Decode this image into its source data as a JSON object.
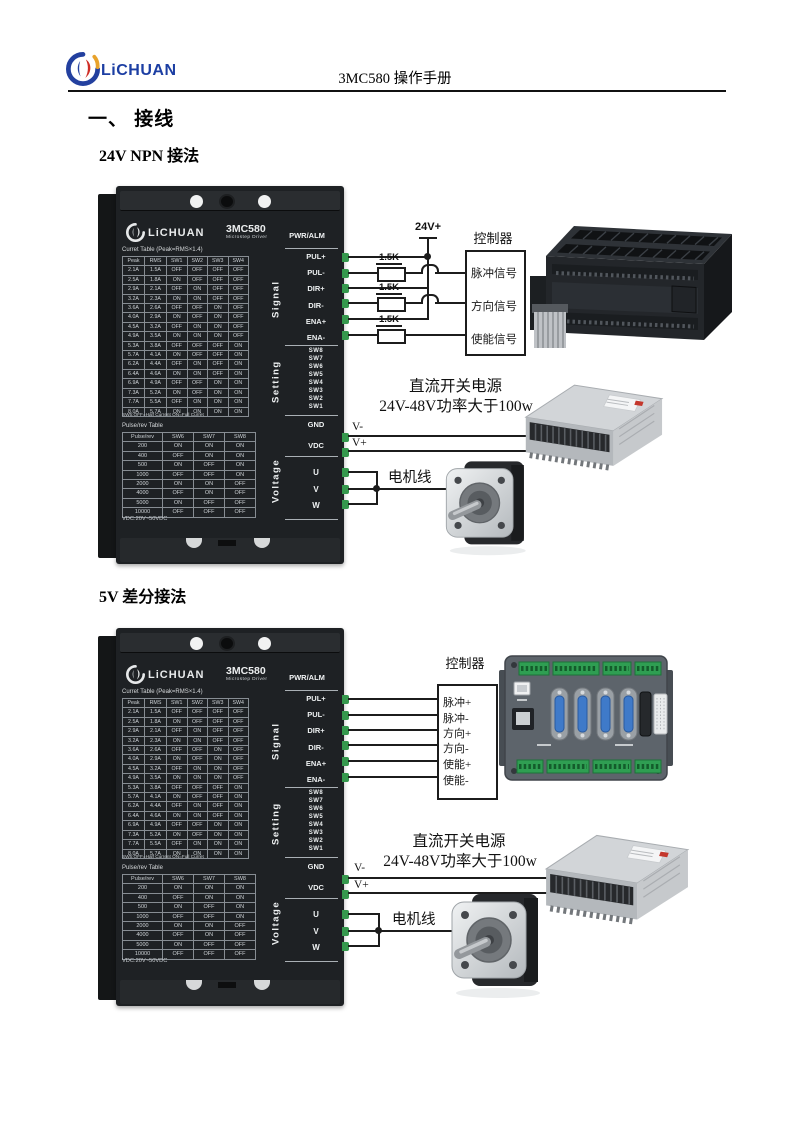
{
  "header": {
    "brand": "LiCHUAN",
    "title": "3MC580 操作手册"
  },
  "headings": {
    "section": "一、 接线",
    "npn": "24V NPN 接法",
    "diff": "5V 差分接法"
  },
  "driver": {
    "brand": "LiCHUAN",
    "model": "3MC580",
    "model_sub": "Microstep Driver",
    "current_table": {
      "title": "Curret Table (Peak=RMS×1.4)",
      "headers": [
        "Peak",
        "RMS",
        "SW1",
        "SW2",
        "SW3",
        "SW4"
      ],
      "rows": [
        [
          "2.1A",
          "1.5A",
          "OFF",
          "OFF",
          "OFF",
          "OFF"
        ],
        [
          "2.5A",
          "1.8A",
          "ON",
          "OFF",
          "OFF",
          "OFF"
        ],
        [
          "2.9A",
          "2.1A",
          "OFF",
          "ON",
          "OFF",
          "OFF"
        ],
        [
          "3.2A",
          "2.3A",
          "ON",
          "ON",
          "OFF",
          "OFF"
        ],
        [
          "3.6A",
          "2.6A",
          "OFF",
          "OFF",
          "ON",
          "OFF"
        ],
        [
          "4.0A",
          "2.9A",
          "ON",
          "OFF",
          "ON",
          "OFF"
        ],
        [
          "4.5A",
          "3.2A",
          "OFF",
          "ON",
          "ON",
          "OFF"
        ],
        [
          "4.9A",
          "3.5A",
          "ON",
          "ON",
          "ON",
          "OFF"
        ],
        [
          "5.3A",
          "3.8A",
          "OFF",
          "OFF",
          "OFF",
          "ON"
        ],
        [
          "5.7A",
          "4.1A",
          "ON",
          "OFF",
          "OFF",
          "ON"
        ],
        [
          "6.2A",
          "4.4A",
          "OFF",
          "ON",
          "OFF",
          "ON"
        ],
        [
          "6.4A",
          "4.6A",
          "ON",
          "ON",
          "OFF",
          "ON"
        ],
        [
          "6.9A",
          "4.9A",
          "OFF",
          "OFF",
          "ON",
          "ON"
        ],
        [
          "7.3A",
          "5.2A",
          "ON",
          "OFF",
          "ON",
          "ON"
        ],
        [
          "7.7A",
          "5.5A",
          "OFF",
          "ON",
          "ON",
          "ON"
        ],
        [
          "8.0A",
          "5.7A",
          "ON",
          "ON",
          "ON",
          "ON"
        ]
      ]
    },
    "current_note": "SW5:OFF=Half Current ON=Full Curret",
    "pulse_table": {
      "title": "Pulse/rev Table",
      "headers": [
        "Pulse/rev",
        "SW6",
        "SW7",
        "SW8"
      ],
      "rows": [
        [
          "200",
          "ON",
          "ON",
          "ON"
        ],
        [
          "400",
          "OFF",
          "ON",
          "ON"
        ],
        [
          "500",
          "ON",
          "OFF",
          "ON"
        ],
        [
          "1000",
          "OFF",
          "OFF",
          "ON"
        ],
        [
          "2000",
          "ON",
          "ON",
          "OFF"
        ],
        [
          "4000",
          "OFF",
          "ON",
          "OFF"
        ],
        [
          "5000",
          "ON",
          "OFF",
          "OFF"
        ],
        [
          "10000",
          "OFF",
          "OFF",
          "OFF"
        ]
      ]
    },
    "vdc_note": "VDC:20V~50VDC",
    "status_label": "PWR/ALM",
    "signal_terminals": [
      "PUL+",
      "PUL-",
      "DIR+",
      "DIR-",
      "ENA+",
      "ENA-"
    ],
    "sw_terminals": [
      "SW8",
      "SW7",
      "SW6",
      "SW5",
      "SW4",
      "SW3",
      "SW2",
      "SW1"
    ],
    "power_terminals": [
      "GND",
      "VDC"
    ],
    "phase_terminals": [
      "U",
      "V",
      "W"
    ],
    "group_labels": {
      "signal": "Signal",
      "setting": "Setting",
      "voltage": "Voltage"
    },
    "terminal_color": "#35984d",
    "body_color": "#1e2124"
  },
  "npn_diagram": {
    "supply": "24V+",
    "resistor": "1.5K",
    "controller_title": "控制器",
    "controller_rows": [
      "脉冲信号",
      "方向信号",
      "使能信号"
    ],
    "psu_line1": "直流开关电源",
    "psu_line2": "24V-48V功率大于100w",
    "v_minus": "V-",
    "v_plus": "V+",
    "motor_cable": "电机线"
  },
  "diff_diagram": {
    "controller_title": "控制器",
    "controller_rows": [
      "脉冲+",
      "脉冲-",
      "方向+",
      "方向-",
      "使能+",
      "使能-"
    ],
    "psu_line1": "直流开关电源",
    "psu_line2": "24V-48V功率大于100w",
    "v_minus": "V-",
    "v_plus": "V+",
    "motor_cable": "电机线"
  }
}
